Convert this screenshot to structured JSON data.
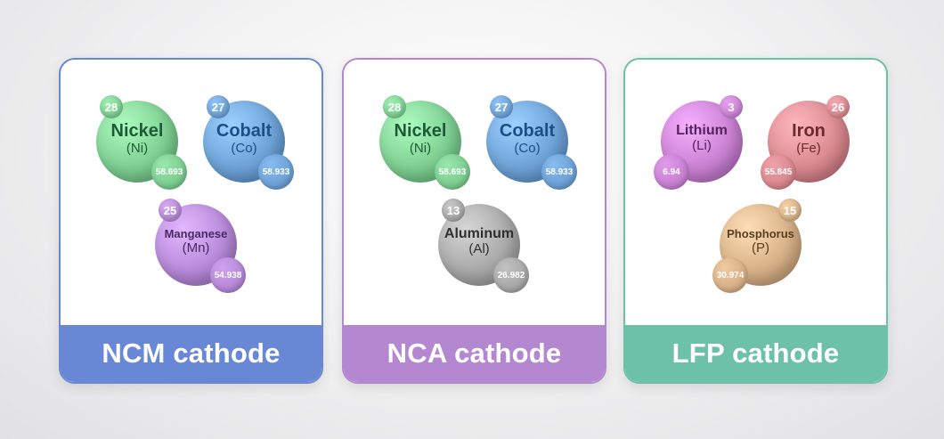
{
  "cards": [
    {
      "footer": "NCM cathode",
      "accent": "#6887d4",
      "atoms": [
        {
          "name": "Nickel",
          "symbol": "(Ni)",
          "number": "28",
          "mass": "58.693",
          "color": "#7fcf93",
          "text": "#1f5a36"
        },
        {
          "name": "Cobalt",
          "symbol": "(Co)",
          "number": "27",
          "mass": "58.933",
          "color": "#6fa3d8",
          "text": "#1d4f86"
        },
        {
          "name": "Manganese",
          "symbol": "(Mn)",
          "number": "25",
          "mass": "54.938",
          "color": "#b68ad8",
          "text": "#4a2a66"
        }
      ]
    },
    {
      "footer": "NCA cathode",
      "accent": "#b488d0",
      "atoms": [
        {
          "name": "Nickel",
          "symbol": "(Ni)",
          "number": "28",
          "mass": "58.693",
          "color": "#7fcf93",
          "text": "#1f5a36"
        },
        {
          "name": "Cobalt",
          "symbol": "(Co)",
          "number": "27",
          "mass": "58.933",
          "color": "#6fa3d8",
          "text": "#1d4f86"
        },
        {
          "name": "Aluminum",
          "symbol": "(Al)",
          "number": "13",
          "mass": "26.982",
          "color": "#a9a9a9",
          "text": "#2f2f2f"
        }
      ]
    },
    {
      "footer": "LFP cathode",
      "accent": "#6cc1a6",
      "atoms": [
        {
          "name": "Lithium",
          "symbol": "(Li)",
          "number": "3",
          "mass": "6.94",
          "color": "#c982d2",
          "text": "#55235c"
        },
        {
          "name": "Iron",
          "symbol": "(Fe)",
          "number": "26",
          "mass": "55.845",
          "color": "#d98990",
          "text": "#6a2a30"
        },
        {
          "name": "Phosphorus",
          "symbol": "(P)",
          "number": "15",
          "mass": "30.974",
          "color": "#d7b188",
          "text": "#5a3e1f"
        }
      ]
    }
  ]
}
